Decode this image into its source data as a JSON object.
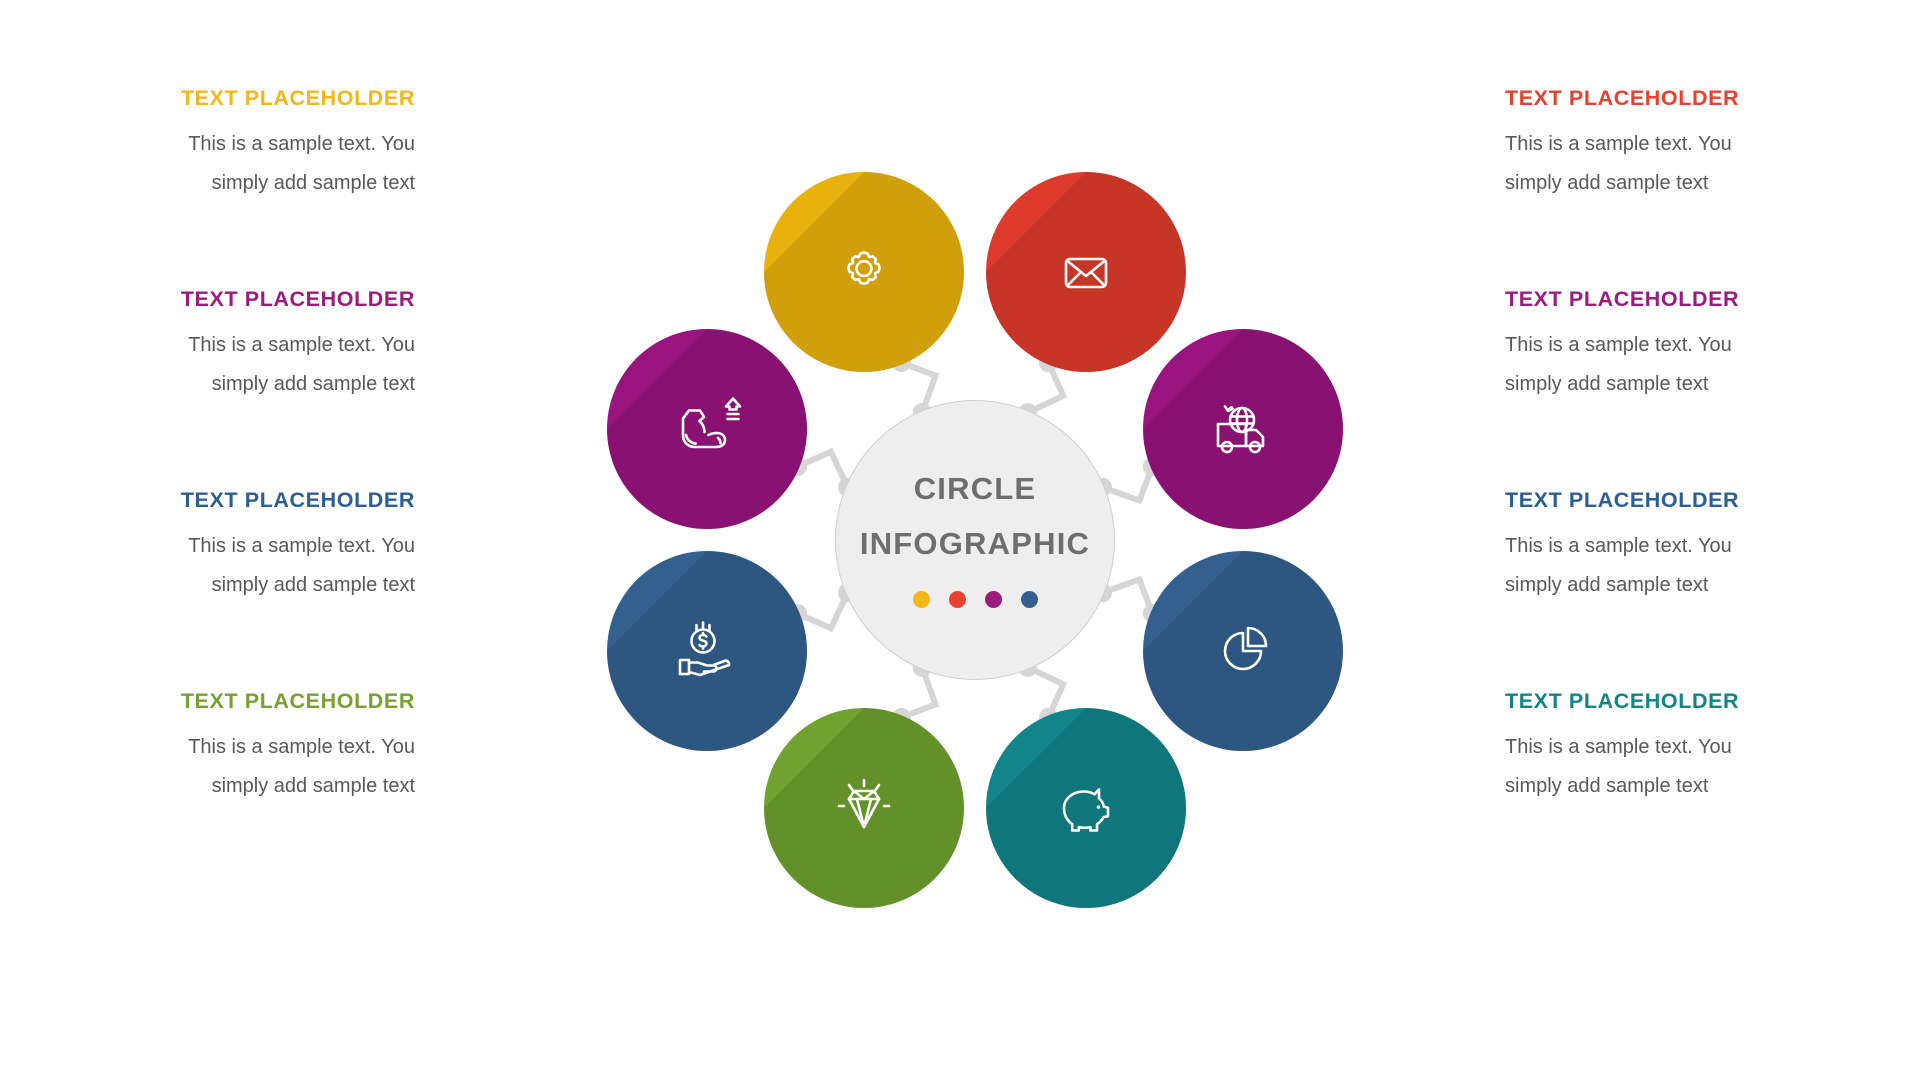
{
  "center": {
    "line1": "CIRCLE",
    "line2": "INFOGRAPHIC",
    "text_color": "#6E6E6E",
    "fill": "#EEEEEE",
    "border": "#CFCFCF",
    "dots": [
      {
        "name": "dot-yellow",
        "color": "#F5B718"
      },
      {
        "name": "dot-red",
        "color": "#E8412F"
      },
      {
        "name": "dot-magenta",
        "color": "#9C1C7E"
      },
      {
        "name": "dot-blue",
        "color": "#33608F"
      }
    ]
  },
  "palette": {
    "yellow": "#E9B10C",
    "red": "#DE3B2C",
    "magenta": "#99147F",
    "blue": "#33608F",
    "teal": "#11858A",
    "green": "#6FA22E",
    "connector": "#D6D6D6",
    "node_text": "#FFFFFF"
  },
  "nodes": [
    {
      "id": "gear",
      "icon": "gear-icon",
      "color": "#E9B10C",
      "side": "left",
      "index": 0
    },
    {
      "id": "muscle",
      "icon": "flexed-arm-icon",
      "color": "#99147F",
      "side": "left",
      "index": 1
    },
    {
      "id": "money",
      "icon": "hand-money-icon",
      "color": "#33608F",
      "side": "left",
      "index": 2
    },
    {
      "id": "diamond",
      "icon": "diamond-icon",
      "color": "#6FA22E",
      "side": "left",
      "index": 3
    },
    {
      "id": "mail",
      "icon": "envelope-icon",
      "color": "#DE3B2C",
      "side": "right",
      "index": 0
    },
    {
      "id": "truck",
      "icon": "delivery-truck-icon",
      "color": "#99147F",
      "side": "right",
      "index": 1
    },
    {
      "id": "pie",
      "icon": "pie-chart-icon",
      "color": "#33608F",
      "side": "right",
      "index": 2
    },
    {
      "id": "piggy",
      "icon": "piggy-bank-icon",
      "color": "#11858A",
      "side": "right",
      "index": 3
    }
  ],
  "left_items": [
    {
      "title": "TEXT PLACEHOLDER",
      "body_line1": "This is a sample text. You",
      "body_line2": "simply add sample text",
      "color": "#F5B718"
    },
    {
      "title": "TEXT PLACEHOLDER",
      "body_line1": "This is a sample text. You",
      "body_line2": "simply add sample text",
      "color": "#9C1C7E"
    },
    {
      "title": "TEXT PLACEHOLDER",
      "body_line1": "This is a sample text. You",
      "body_line2": "simply add sample text",
      "color": "#2C5F96"
    },
    {
      "title": "TEXT PLACEHOLDER",
      "body_line1": "This is a sample text. You",
      "body_line2": "simply add sample text",
      "color": "#77A230"
    }
  ],
  "right_items": [
    {
      "title": "TEXT PLACEHOLDER",
      "body_line1": "This is a sample text. You",
      "body_line2": "simply add sample text",
      "color": "#E8412F"
    },
    {
      "title": "TEXT PLACEHOLDER",
      "body_line1": "This is a sample text. You",
      "body_line2": "simply add sample text",
      "color": "#9C1C7E"
    },
    {
      "title": "TEXT PLACEHOLDER",
      "body_line1": "This is a sample text. You",
      "body_line2": "simply add sample text",
      "color": "#2C5F96"
    },
    {
      "title": "TEXT PLACEHOLDER",
      "body_line1": "This is a sample text. You",
      "body_line2": "simply add sample text",
      "color": "#11858A"
    }
  ]
}
